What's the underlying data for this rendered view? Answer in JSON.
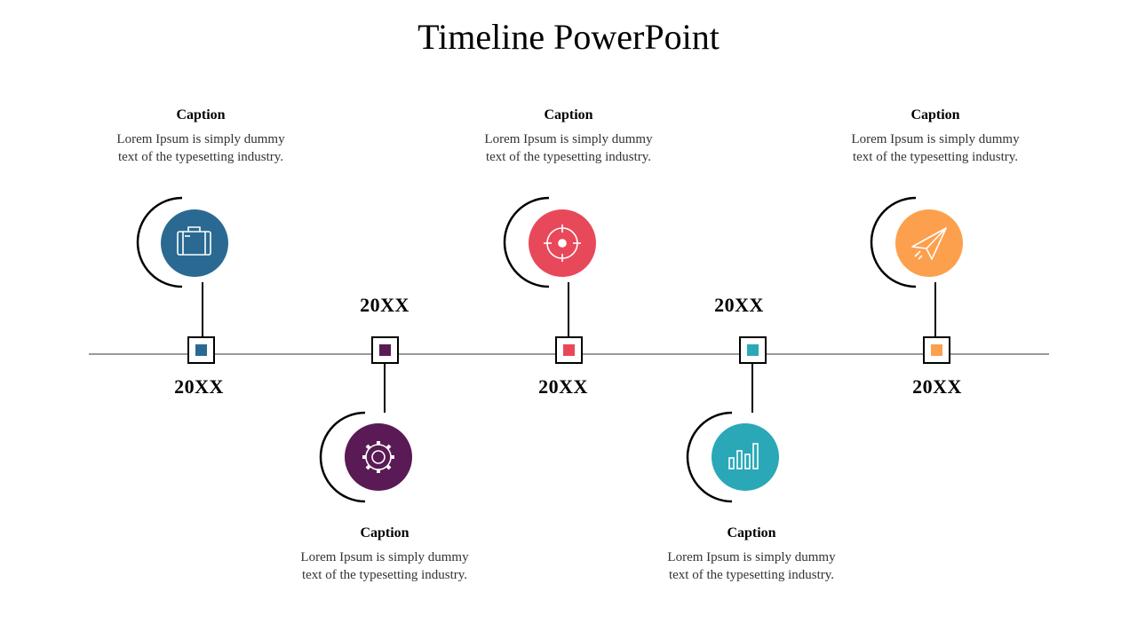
{
  "title": "Timeline PowerPoint",
  "milestones": [
    {
      "year": "20XX",
      "caption": "Caption",
      "text": "Lorem Ipsum is simply dummy text of the typesetting industry.",
      "color": "#2a6a92",
      "icon": "briefcase-icon",
      "position": "top"
    },
    {
      "year": "20XX",
      "caption": "Caption",
      "text": "Lorem Ipsum is simply dummy text of the typesetting industry.",
      "color": "#5a1a55",
      "icon": "gear-icon",
      "position": "bottom"
    },
    {
      "year": "20XX",
      "caption": "Caption",
      "text": "Lorem Ipsum is simply dummy text of the typesetting industry.",
      "color": "#e8495a",
      "icon": "target-icon",
      "position": "top"
    },
    {
      "year": "20XX",
      "caption": "Caption",
      "text": "Lorem Ipsum is simply dummy text of the typesetting industry.",
      "color": "#2aa8b8",
      "icon": "bar-chart-icon",
      "position": "bottom"
    },
    {
      "year": "20XX",
      "caption": "Caption",
      "text": "Lorem Ipsum is simply dummy text of the typesetting industry.",
      "color": "#fca04e",
      "icon": "paper-plane-icon",
      "position": "top"
    }
  ]
}
